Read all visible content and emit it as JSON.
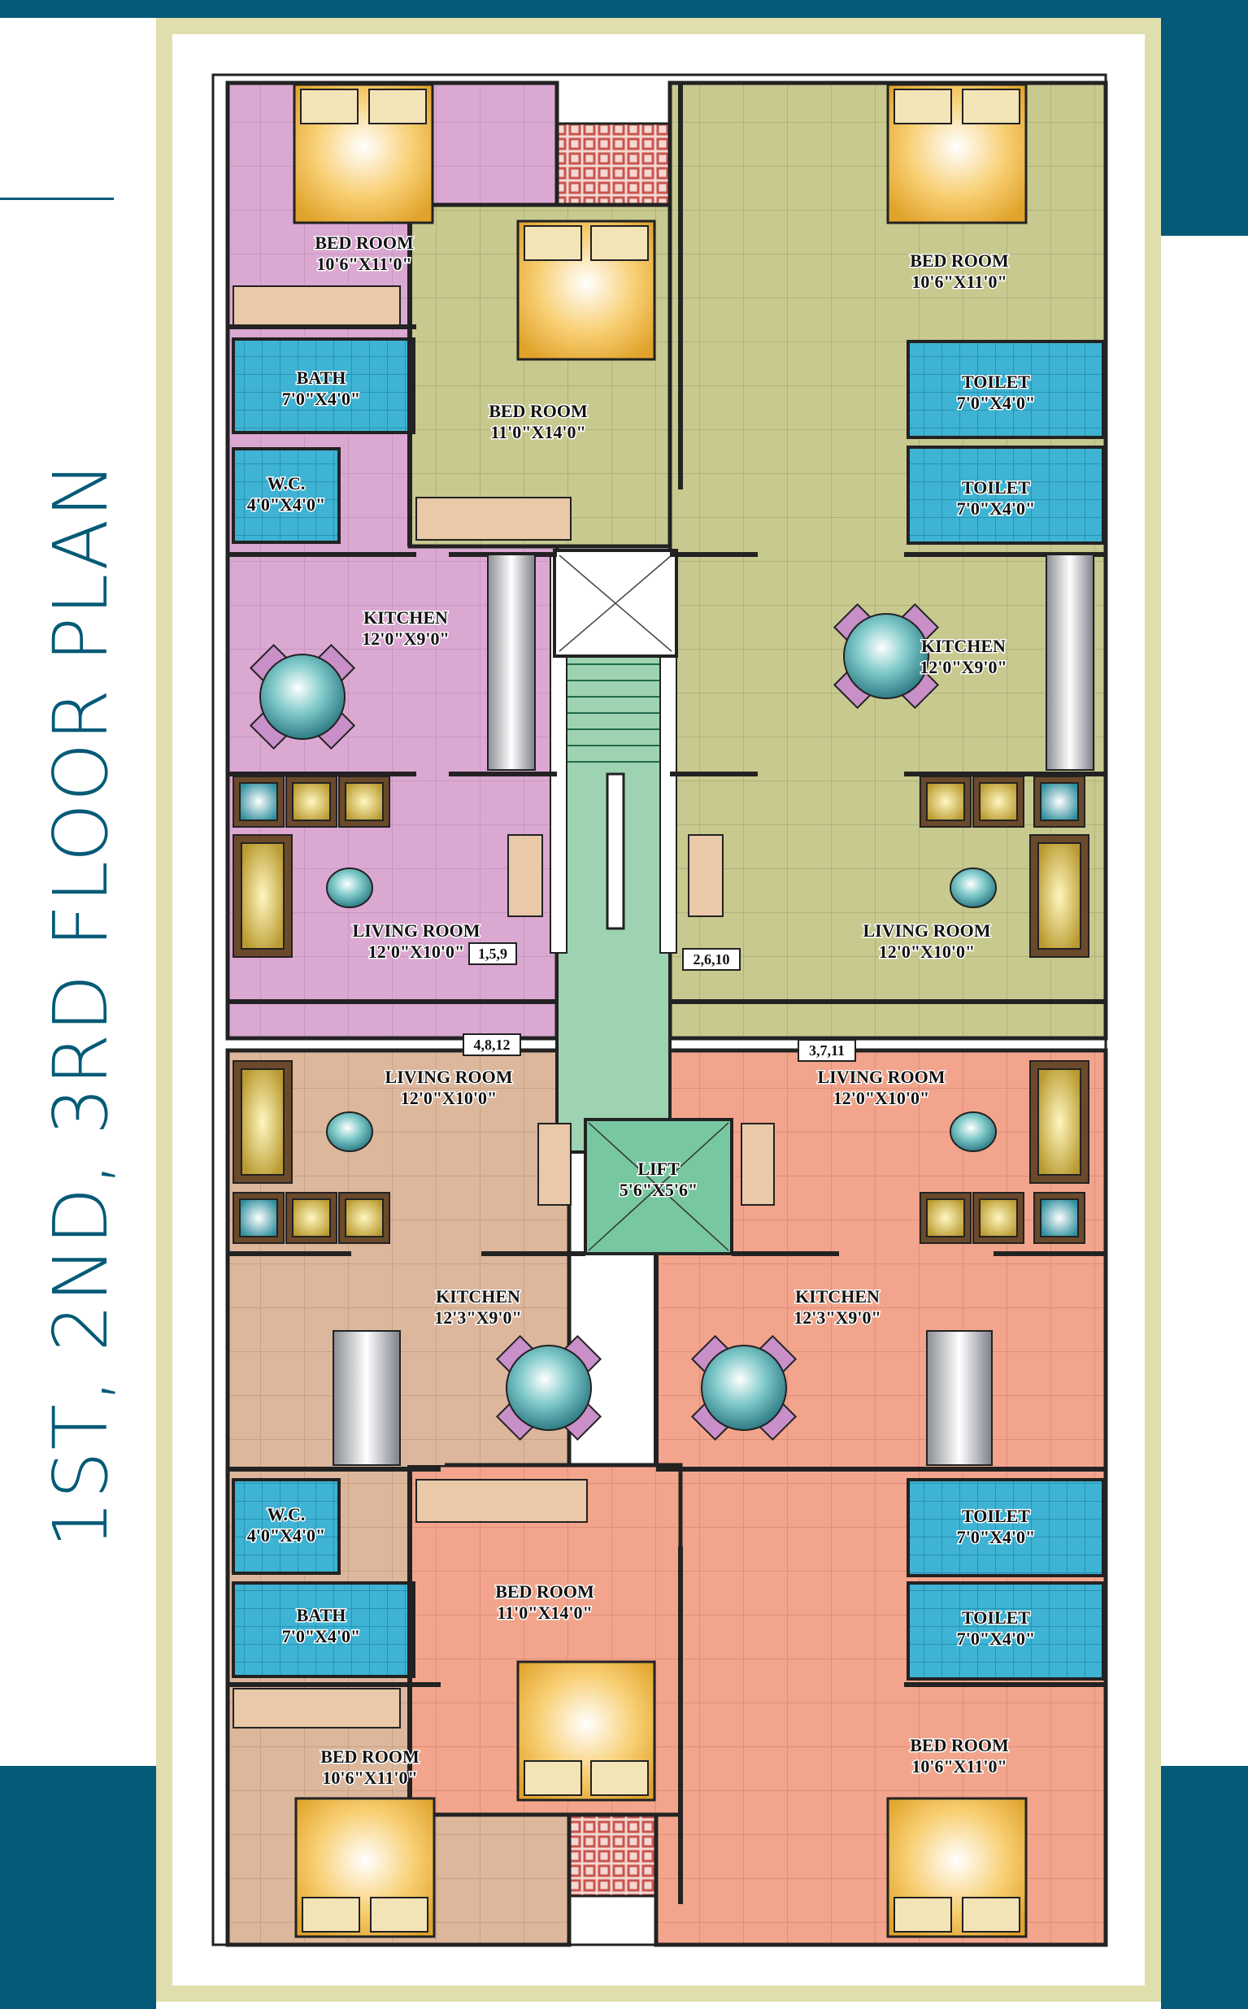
{
  "title": "1ST, 2ND, 3RD FLOOR PLAN",
  "colors": {
    "brand_band": "#045a77",
    "frame": "#e0deac",
    "flat_a": "#dba8d2",
    "flat_b": "#c8c98f",
    "flat_c": "#dcb79c",
    "flat_d": "#f2a58c",
    "stair": "#9dd3b0",
    "wet_area": "#3fb3d3",
    "balcony": "#c9544f"
  },
  "rooms": {
    "bed_tl": {
      "name": "BED ROOM",
      "size": "10'6\"X11'0\""
    },
    "bath_tl": {
      "name": "BATH",
      "size": "7'0\"X4'0\""
    },
    "wc_tl": {
      "name": "W.C.",
      "size": "4'0\"X4'0\""
    },
    "kitchen_tl": {
      "name": "KITCHEN",
      "size": "12'0\"X9'0\""
    },
    "living_tl": {
      "name": "LIVING ROOM",
      "size": "12'0\"X10'0\""
    },
    "bed_tc": {
      "name": "BED ROOM",
      "size": "11'0\"X14'0\""
    },
    "bed_tr": {
      "name": "BED ROOM",
      "size": "10'6\"X11'0\""
    },
    "toilet_tr1": {
      "name": "TOILET",
      "size": "7'0\"X4'0\""
    },
    "toilet_tr2": {
      "name": "TOILET",
      "size": "7'0\"X4'0\""
    },
    "kitchen_tr": {
      "name": "KITCHEN",
      "size": "12'0\"X9'0\""
    },
    "living_tr": {
      "name": "LIVING ROOM",
      "size": "12'0\"X10'0\""
    },
    "living_bl": {
      "name": "LIVING ROOM",
      "size": "12'0\"X10'0\""
    },
    "kitchen_bl": {
      "name": "KITCHEN",
      "size": "12'3\"X9'0\""
    },
    "wc_bl": {
      "name": "W.C.",
      "size": "4'0\"X4'0\""
    },
    "bath_bl": {
      "name": "BATH",
      "size": "7'0\"X4'0\""
    },
    "bed_bl": {
      "name": "BED ROOM",
      "size": "10'6\"X11'0\""
    },
    "lift": {
      "name": "LIFT",
      "size": "5'6\"X5'6\""
    },
    "living_br": {
      "name": "LIVING ROOM",
      "size": "12'0\"X10'0\""
    },
    "kitchen_br": {
      "name": "KITCHEN",
      "size": "12'3\"X9'0\""
    },
    "bed_bc": {
      "name": "BED ROOM",
      "size": "11'0\"X14'0\""
    },
    "toilet_br1": {
      "name": "TOILET",
      "size": "7'0\"X4'0\""
    },
    "toilet_br2": {
      "name": "TOILET",
      "size": "7'0\"X4'0\""
    },
    "bed_br": {
      "name": "BED ROOM",
      "size": "10'6\"X11'0\""
    }
  },
  "flat_tags": {
    "tl": "1,5,9",
    "tr": "2,6,10",
    "bl": "4,8,12",
    "br": "3,7,11"
  }
}
